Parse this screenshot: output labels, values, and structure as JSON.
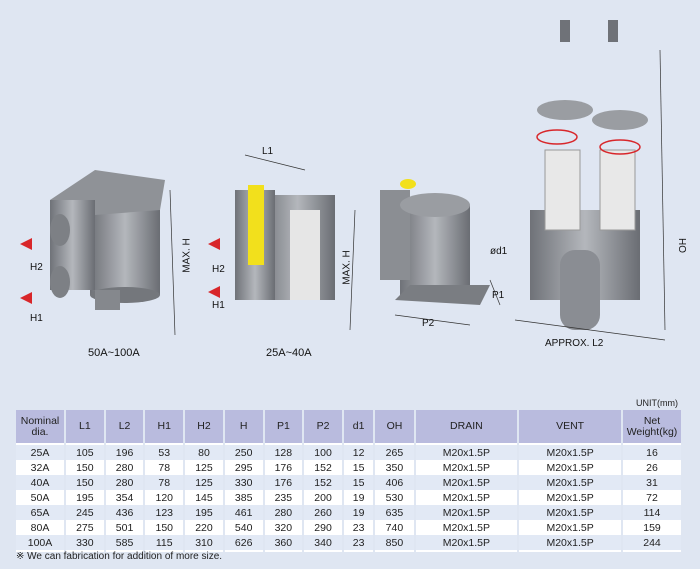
{
  "drawings": {
    "fig1": {
      "caption": "50A~100A",
      "labels": {
        "h2": "H2",
        "h1": "H1",
        "max_h": "MAX. H"
      }
    },
    "fig2": {
      "caption": "25A~40A",
      "labels": {
        "l1": "L1",
        "h2": "H2",
        "h1": "H1",
        "max_h": "MAX. H"
      }
    },
    "fig3": {
      "labels": {
        "d1": "ød1",
        "p1": "P1",
        "p2": "P2"
      }
    },
    "fig4": {
      "labels": {
        "oh": "OH",
        "l2": "APPROX. L2"
      }
    }
  },
  "table": {
    "unit": "UNIT(mm)",
    "headers": [
      "Nominal dia.",
      "L1",
      "L2",
      "H1",
      "H2",
      "H",
      "P1",
      "P2",
      "d1",
      "OH",
      "DRAIN",
      "VENT",
      "Net Weight(kg)"
    ],
    "rows": [
      [
        "25A",
        "105",
        "196",
        "53",
        "80",
        "250",
        "128",
        "100",
        "12",
        "265",
        "M20x1.5P",
        "M20x1.5P",
        "16"
      ],
      [
        "32A",
        "150",
        "280",
        "78",
        "125",
        "295",
        "176",
        "152",
        "15",
        "350",
        "M20x1.5P",
        "M20x1.5P",
        "26"
      ],
      [
        "40A",
        "150",
        "280",
        "78",
        "125",
        "330",
        "176",
        "152",
        "15",
        "406",
        "M20x1.5P",
        "M20x1.5P",
        "31"
      ],
      [
        "50A",
        "195",
        "354",
        "120",
        "145",
        "385",
        "235",
        "200",
        "19",
        "530",
        "M20x1.5P",
        "M20x1.5P",
        "72"
      ],
      [
        "65A",
        "245",
        "436",
        "123",
        "195",
        "461",
        "280",
        "260",
        "19",
        "635",
        "M20x1.5P",
        "M20x1.5P",
        "114"
      ],
      [
        "80A",
        "275",
        "501",
        "150",
        "220",
        "540",
        "320",
        "290",
        "23",
        "740",
        "M20x1.5P",
        "M20x1.5P",
        "159"
      ],
      [
        "100A",
        "330",
        "585",
        "115",
        "310",
        "626",
        "360",
        "340",
        "23",
        "850",
        "M20x1.5P",
        "M20x1.5P",
        "244"
      ]
    ],
    "note": "※ We can fabrication for addition of more size."
  },
  "colors": {
    "header": "#b9bbde",
    "row_alt": "#e2e9f5",
    "body": "#8a8d93",
    "arrow": "#d8262a",
    "highlight": "#f2e01c"
  }
}
